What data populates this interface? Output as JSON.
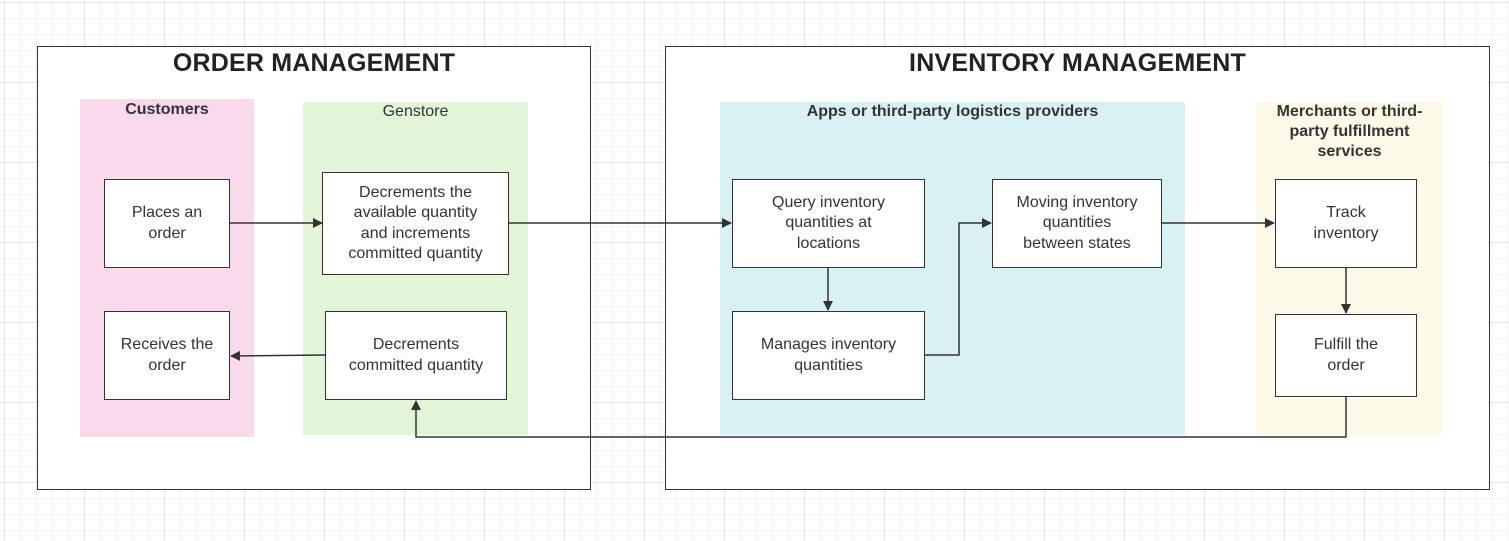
{
  "groups": {
    "order": {
      "title": "ORDER MANAGEMENT"
    },
    "inventory": {
      "title": "INVENTORY MANAGEMENT"
    }
  },
  "lanes": {
    "customers": {
      "title": "Customers",
      "color": "#f9d9ec"
    },
    "genstore": {
      "title": "Genstore",
      "color": "#e3f5d9"
    },
    "apps": {
      "title": "Apps or third-party logistics providers",
      "color": "#d8f2f3"
    },
    "merchants": {
      "title": "Merchants or third-\nparty fulfillment\nservices",
      "color": "#fcf9e9"
    }
  },
  "nodes": {
    "places_order": "Places an\norder",
    "receives_order": "Receives the\norder",
    "decrements_available": "Decrements the\navailable quantity\nand increments\ncommitted quantity",
    "decrements_committed": "Decrements\ncommitted quantity",
    "query_inventory": "Query inventory\nquantities at\nlocations",
    "manages_inventory": "Manages inventory\nquantities",
    "moving_inventory": "Moving inventory\nquantities\nbetween states",
    "track_inventory": "Track\ninventory",
    "fulfill_order": "Fulfill the\norder"
  },
  "colors": {
    "stroke": "#333333"
  }
}
